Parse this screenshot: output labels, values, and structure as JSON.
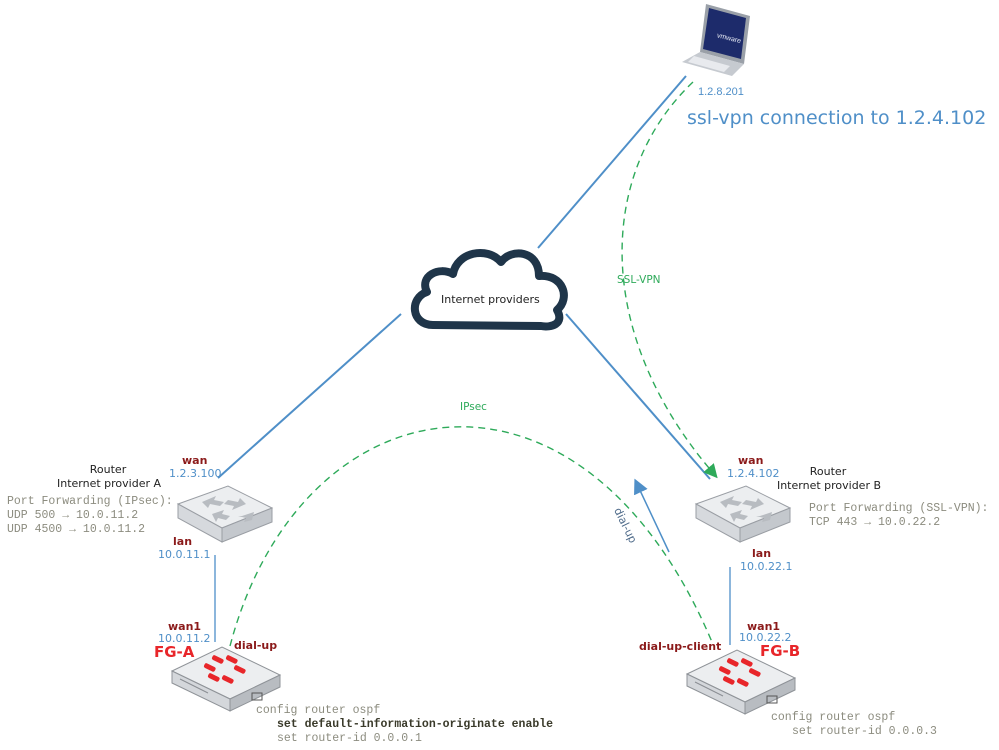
{
  "colors": {
    "link_blue": "#4f8fc8",
    "tunnel_green": "#2eaa5a",
    "port_dark_red": "#8b1a1a",
    "fortigate_red": "#e8262a",
    "cloud_outline": "#1f3549",
    "mono_gray": "#8c8c7f"
  },
  "laptop": {
    "icon": "laptop-icon",
    "screen_brand": "vmware",
    "ip": "1.2.8.201",
    "headline": "ssl-vpn connection to 1.2.4.102"
  },
  "cloud": {
    "icon": "cloud-icon",
    "label": "Internet providers"
  },
  "tunnels": {
    "ssl_vpn_label": "SSL-VPN",
    "ipsec_label": "IPsec",
    "dialup_arrow_label": "dial-up"
  },
  "router_a": {
    "icon": "router-icon",
    "caption_line1": "Router",
    "caption_line2": "Internet provider A",
    "wan_label": "wan",
    "wan_ip": "1.2.3.100",
    "lan_label": "lan",
    "lan_ip": "10.0.11.1",
    "port_forwarding": [
      "Port Forwarding (IPsec):",
      "UDP 500 → 10.0.11.2",
      "UDP 4500 → 10.0.11.2"
    ]
  },
  "router_b": {
    "icon": "router-icon",
    "caption_line1": "Router",
    "caption_line2": "Internet provider B",
    "wan_label": "wan",
    "wan_ip": "1.2.4.102",
    "lan_label": "lan",
    "lan_ip": "10.0.22.1",
    "port_forwarding": [
      "Port Forwarding (SSL-VPN):",
      "TCP 443 → 10.0.22.2"
    ]
  },
  "fg_a": {
    "icon": "fortigate-icon",
    "name": "FG-A",
    "wan_label": "wan1",
    "wan_ip": "10.0.11.2",
    "tunnel_label": "dial-up",
    "config": [
      "config router ospf",
      "set default-information-originate enable",
      "set router-id 0.0.0.1"
    ]
  },
  "fg_b": {
    "icon": "fortigate-icon",
    "name": "FG-B",
    "wan_label": "wan1",
    "wan_ip": "10.0.22.2",
    "tunnel_label": "dial-up-client",
    "config": [
      "config router ospf",
      "set router-id 0.0.0.3"
    ]
  }
}
